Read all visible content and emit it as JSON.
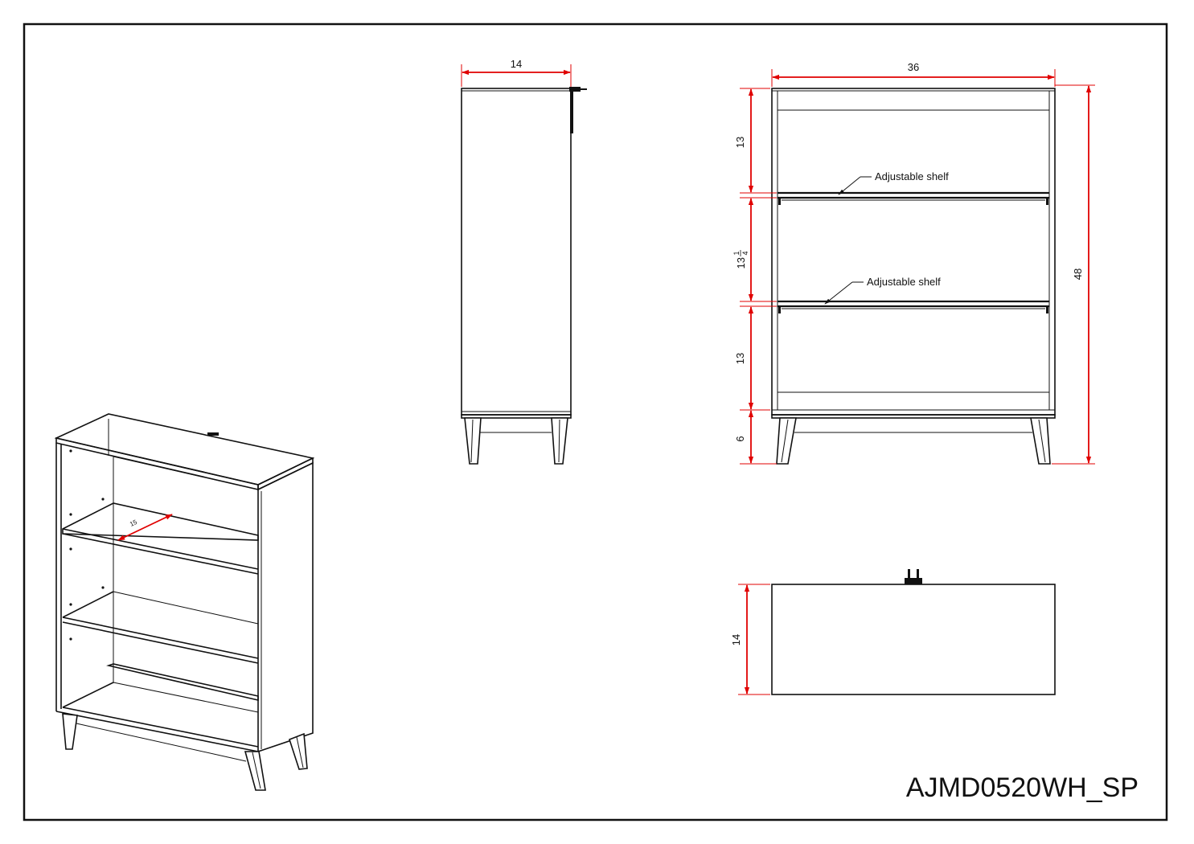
{
  "drawing": {
    "part_number": "AJMD0520WH_SP",
    "colors": {
      "outline": "#111111",
      "dimension": "#e00000"
    }
  },
  "side_view": {
    "depth_label": "14"
  },
  "front_view": {
    "width_label": "36",
    "height_label": "48",
    "top_compartment_label": "13",
    "middle_compartment_label_whole": "13",
    "middle_compartment_label_num": "1",
    "middle_compartment_label_den": "4",
    "bottom_compartment_label": "13",
    "leg_height_label": "6",
    "shelf_callout_1": "Adjustable shelf",
    "shelf_callout_2": "Adjustable shelf"
  },
  "top_view": {
    "depth_label": "14"
  },
  "iso_view": {
    "depth_label": "15"
  }
}
